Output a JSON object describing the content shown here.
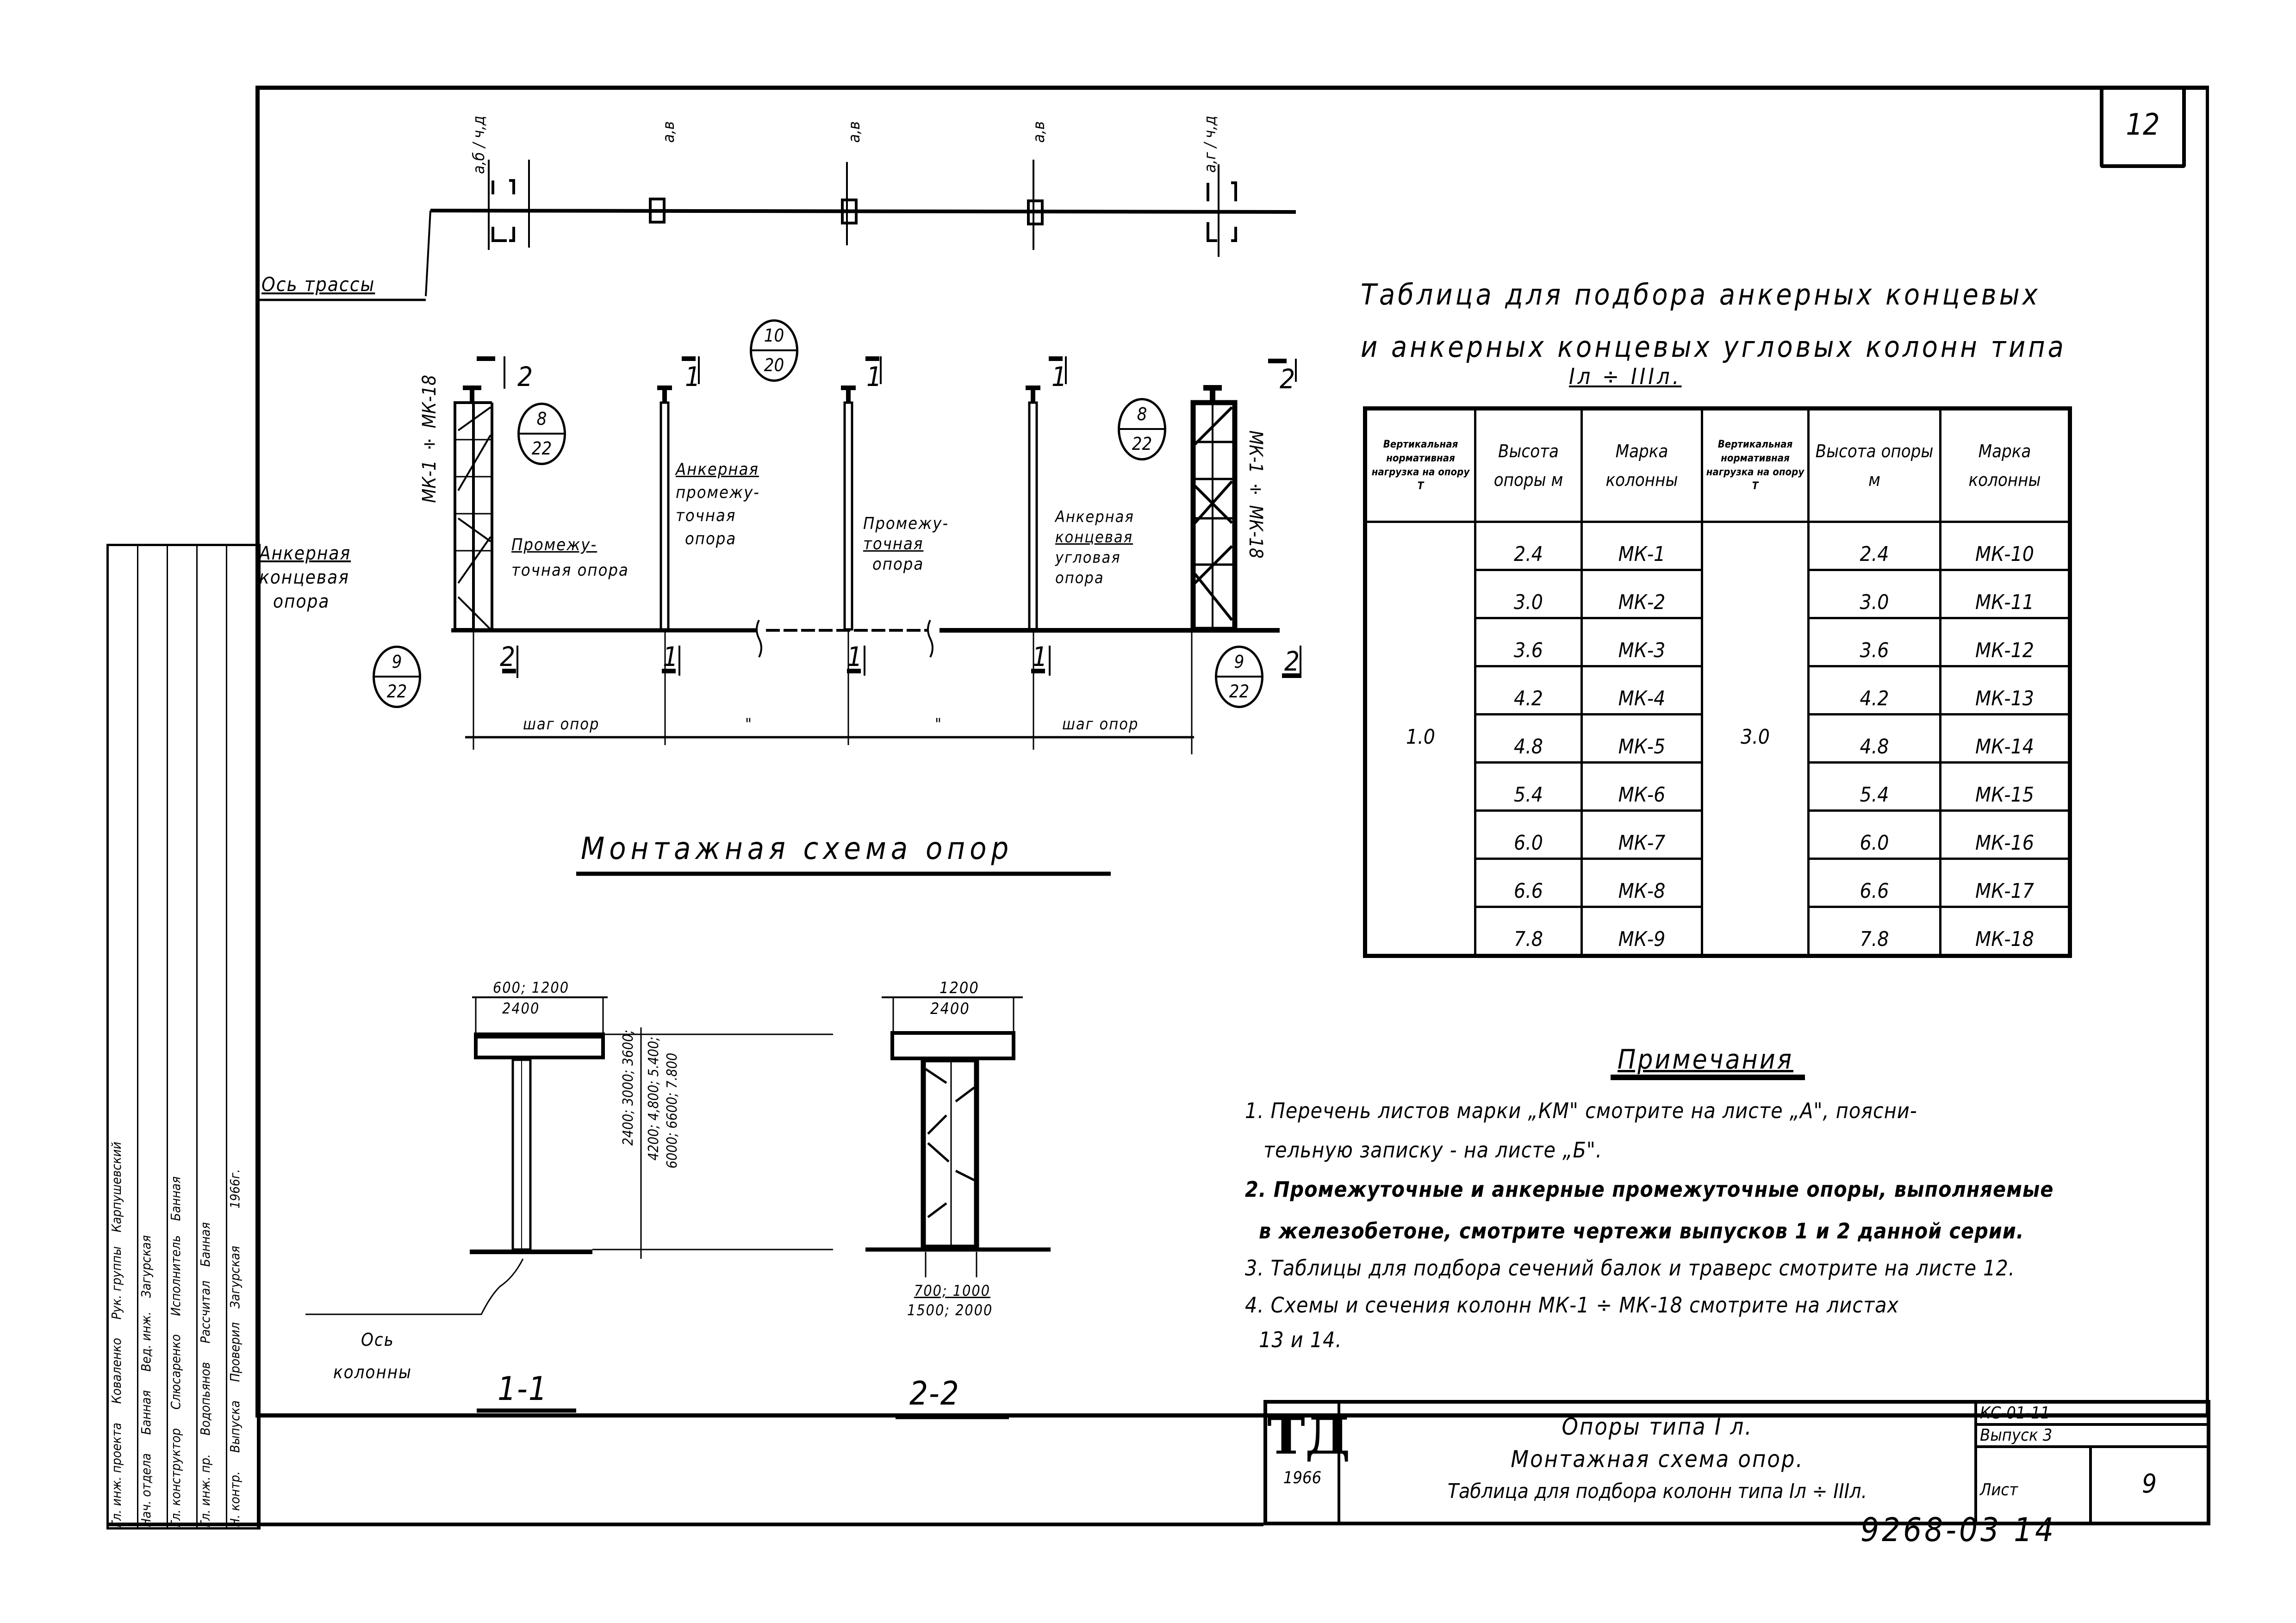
{
  "sheet": {
    "corner_number": "12",
    "drawing_number": "9268-03 14"
  },
  "route_plan": {
    "axis_label": "Ось трассы",
    "axis_marks": [
      "а,б / ч,д",
      "а,в",
      "а,в",
      "а,в",
      "а,г / ч,д"
    ]
  },
  "elevation": {
    "title": "Монтажная схема опор",
    "node_ref_top": {
      "num": "10",
      "den": "20"
    },
    "node_refs": [
      {
        "num": "8",
        "den": "22"
      },
      {
        "num": "8",
        "den": "22"
      },
      {
        "num": "9",
        "den": "22"
      },
      {
        "num": "9",
        "den": "22"
      }
    ],
    "section_marks_top": [
      "2",
      "1",
      "1",
      "1",
      "2"
    ],
    "section_marks_bottom": [
      "2",
      "1",
      "1",
      "1",
      "2"
    ],
    "left_column_mark": "МК-1 ÷ МК-18",
    "right_column_mark": "МК-1 ÷ МК-18",
    "labels": {
      "anchor_end": [
        "Анкерная",
        "концевая",
        "опора"
      ],
      "intermediate": [
        "Промежу-",
        "точная опора"
      ],
      "anchor_intermediate": [
        "Анкерная",
        "промежу-",
        "точная",
        "опора"
      ],
      "intermediate2": [
        "Промежу-",
        "точная",
        "опора"
      ],
      "anchor_end_corner": [
        "Анкерная",
        "концевая",
        "угловая",
        "опора"
      ]
    },
    "spans": [
      "шаг опор",
      "\"",
      "\"",
      "шаг опор"
    ]
  },
  "section_1_1": {
    "title": "1-1",
    "top_dim": "600; 1200",
    "top_dim2": "2400",
    "height_dims": [
      "2400; 3000; 3600;",
      "4200; 4,800; 5.400;",
      "6000; 6600; 7.800"
    ],
    "axis_label": [
      "Ось",
      "колонны"
    ]
  },
  "section_2_2": {
    "title": "2-2",
    "top_dim": "1200",
    "top_dim2": "2400",
    "bottom_dim": "700; 1000",
    "bottom_dim2": "1500; 2000"
  },
  "table": {
    "title_lines": [
      "Таблица для подбора анкерных концевых",
      "и анкерных концевых угловых колонн типа",
      "Iл ÷ IIIл."
    ],
    "headers": [
      "Вертикальная нормативная нагрузка на опору Т",
      "Высота опоры м",
      "Марка колонны",
      "Вертикальная нормативная нагрузка на опору Т",
      "Высота опоры м",
      "Марка колонны"
    ],
    "group_left": {
      "load": "1.0",
      "rows": [
        {
          "height": "2.4",
          "mark": "МК-1"
        },
        {
          "height": "3.0",
          "mark": "МК-2"
        },
        {
          "height": "3.6",
          "mark": "МК-3"
        },
        {
          "height": "4.2",
          "mark": "МК-4"
        },
        {
          "height": "4.8",
          "mark": "МК-5"
        },
        {
          "height": "5.4",
          "mark": "МК-6"
        },
        {
          "height": "6.0",
          "mark": "МК-7"
        },
        {
          "height": "6.6",
          "mark": "МК-8"
        },
        {
          "height": "7.8",
          "mark": "МК-9"
        }
      ]
    },
    "group_right": {
      "load": "3.0",
      "rows": [
        {
          "height": "2.4",
          "mark": "МК-10"
        },
        {
          "height": "3.0",
          "mark": "МК-11"
        },
        {
          "height": "3.6",
          "mark": "МК-12"
        },
        {
          "height": "4.2",
          "mark": "МК-13"
        },
        {
          "height": "4.8",
          "mark": "МК-14"
        },
        {
          "height": "5.4",
          "mark": "МК-15"
        },
        {
          "height": "6.0",
          "mark": "МК-16"
        },
        {
          "height": "6.6",
          "mark": "МК-17"
        },
        {
          "height": "7.8",
          "mark": "МК-18"
        }
      ]
    }
  },
  "notes": {
    "title": "Примечания",
    "lines": [
      "1. Перечень листов марки „КМ\" смотрите на листе „А\", поясни-",
      "тельную записку - на листе „Б\".",
      "2. Промежуточные и анкерные промежуточные опоры, выполняемые",
      "в железобетоне, смотрите чертежи выпусков 1 и 2 данной серии.",
      "3. Таблицы для подбора сечений балок и траверс смотрите на листе 12.",
      "4. Схемы и сечения колонн МК-1 ÷ МК-18 смотрите на листах",
      "13 и 14."
    ]
  },
  "title_block": {
    "logo": "ТД",
    "year": "1966",
    "lines": [
      "Опоры типа I л.",
      "Монтажная схема опор.",
      "Таблица для подбора колонн типа Iл ÷ IIIл."
    ],
    "code": "КС-01-11",
    "issue": "Выпуск 3",
    "sheet_label": "Лист",
    "sheet_number": "9"
  },
  "side_stamp": {
    "columns": [
      [
        "Гл. инж. проекта",
        "Нач. отдела",
        "Гл. конструктор",
        "Гл. инж. пр.",
        "Н. контр."
      ],
      [
        "Коваленко",
        "Банная",
        "Слюсаренко",
        "Водопьянов",
        "Выпуска"
      ],
      [
        "Рук. группы",
        "Вед. инж.",
        "Исполнитель",
        "Рассчитал",
        "Проверил"
      ],
      [
        "Карпушевский",
        "Загурская",
        "Банная",
        "Банная",
        "Загурская"
      ]
    ],
    "date": "1966г."
  }
}
